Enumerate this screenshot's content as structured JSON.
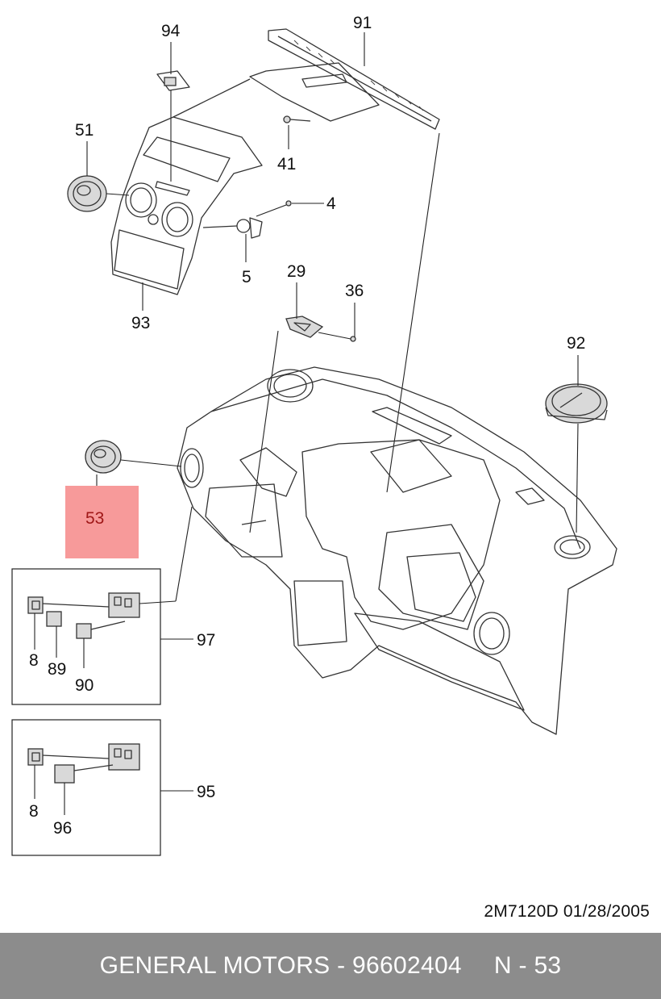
{
  "labels": {
    "l91": "91",
    "l94": "94",
    "l51": "51",
    "l41": "41",
    "l4": "4",
    "l5": "5",
    "l93": "93",
    "l29": "29",
    "l36": "36",
    "l92": "92",
    "l53": "53",
    "l97": "97",
    "l8a": "8",
    "l89": "89",
    "l90": "90",
    "l95": "95",
    "l8b": "8",
    "l96": "96"
  },
  "highlight_color": "#f79a9a",
  "highlight_text_color": "#a01818",
  "doc_code": "2M7120D  01/28/2005",
  "footer": {
    "brand": "GENERAL MOTORS - 96602404",
    "page": "N - 53"
  }
}
